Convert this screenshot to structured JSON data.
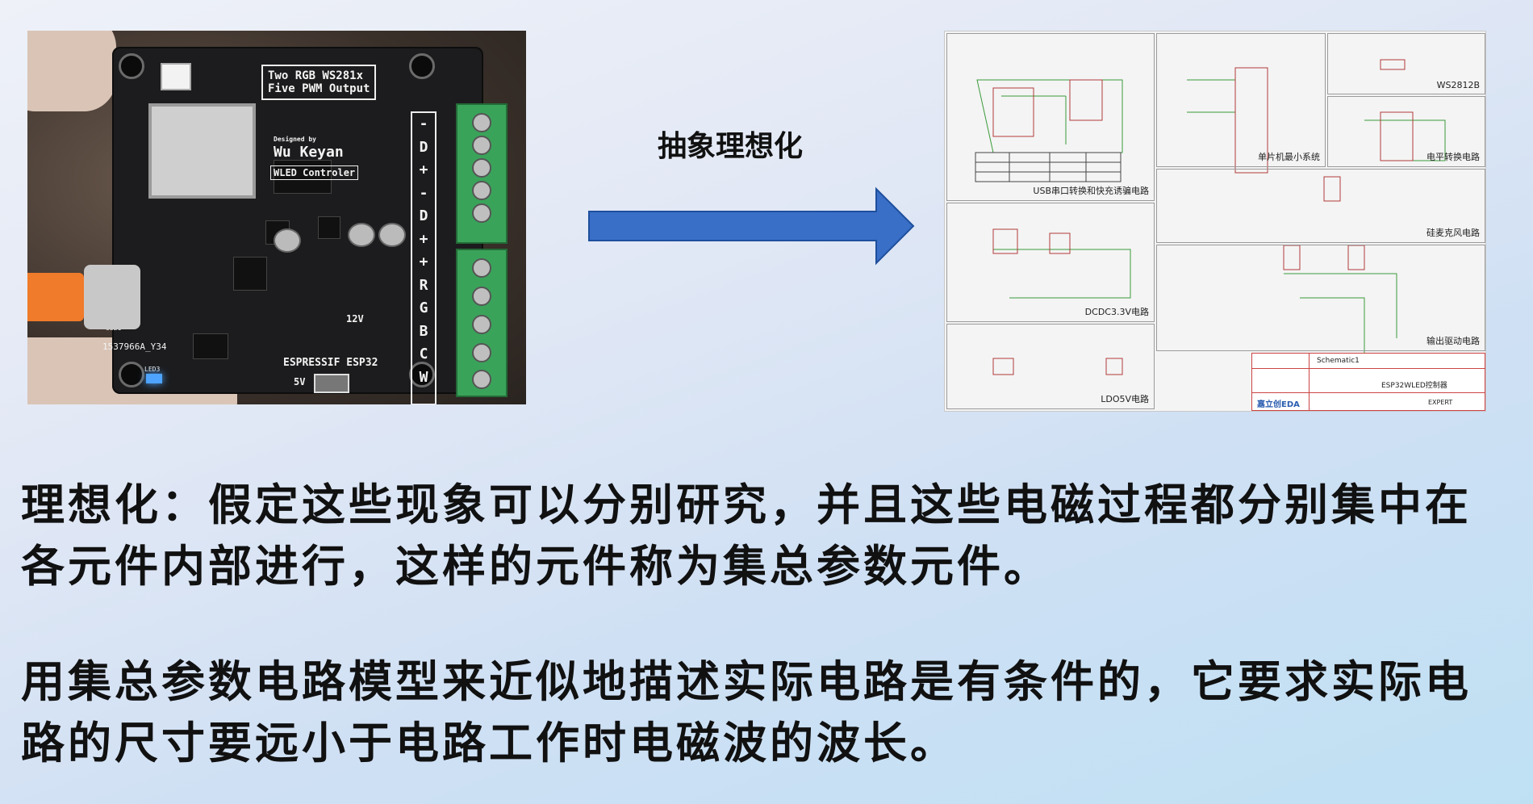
{
  "photo": {
    "silkscreen": {
      "title_line1": "Two RGB WS281x",
      "title_line2": "Five PWM Output",
      "designed_by": "Designed by",
      "designer": "Wu Keyan",
      "project": "WLED Controler",
      "brand": "ESPRESSIF ESP32",
      "part_number": "1537966A_Y34",
      "voltage_12": "12V",
      "voltage_5": "5V",
      "usb_label": "USB1",
      "led_label": "LED3",
      "terminal_labels": [
        "-",
        "D",
        "+",
        "-",
        "D",
        "+",
        "+",
        "R",
        "G",
        "B",
        "C",
        "W"
      ]
    }
  },
  "arrow": {
    "label": "抽象理想化",
    "color": "#3a6fc8"
  },
  "schematic": {
    "panels": [
      {
        "caption": "USB串口转换和快充诱骗电路"
      },
      {
        "caption": "单片机最小系统"
      },
      {
        "caption": "WS2812B"
      },
      {
        "caption": "电平转换电路"
      },
      {
        "caption": "硅麦克风电路"
      },
      {
        "caption": "DCDC3.3V电路"
      },
      {
        "caption": "输出驱动电路"
      },
      {
        "caption": "LDO5V电路"
      }
    ],
    "title_block": {
      "sheet": "Schematic1",
      "project": "ESP32WLED控制器",
      "brand": "嘉立创EDA",
      "expert": "EXPERT"
    }
  },
  "text": {
    "paragraph1": "理想化：假定这些现象可以分别研究，并且这些电磁过程都分别集中在各元件内部进行，这样的元件称为集总参数元件。",
    "paragraph2": "用集总参数电路模型来近似地描述实际电路是有条件的，它要求实际电路的尺寸要远小于电路工作时电磁波的波长。"
  }
}
